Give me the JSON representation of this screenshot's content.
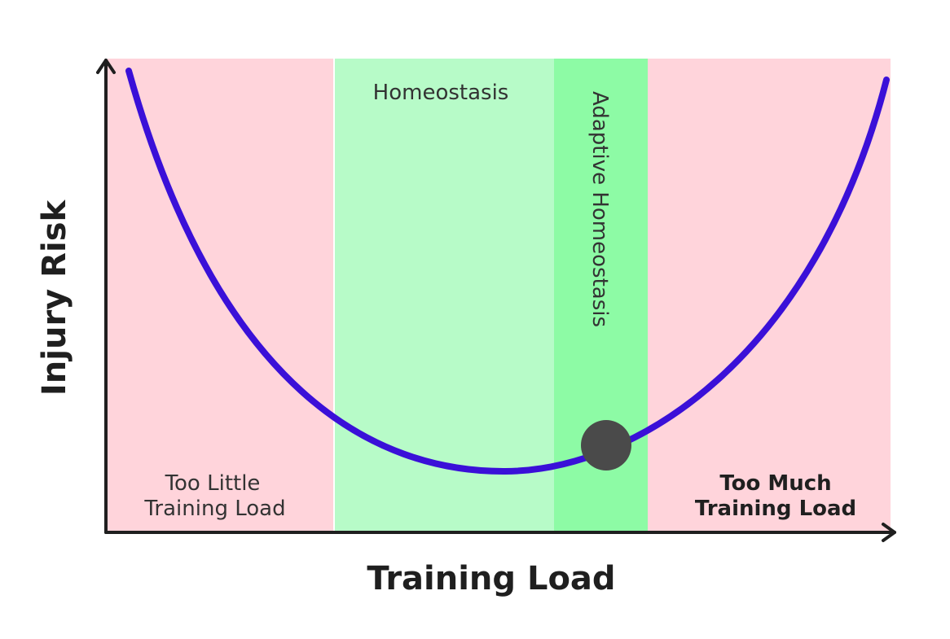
{
  "diagram": {
    "x_axis_label": "Training Load",
    "y_axis_label": "Injury Risk",
    "zones": {
      "too_little": {
        "line1": "Too Little",
        "line2": "Training Load",
        "color": "#ffd4db"
      },
      "homeostasis": {
        "label": "Homeostasis",
        "color": "#b7fbc8"
      },
      "adaptive": {
        "label": "Adaptive Homeostasis",
        "color": "#8dfba5"
      },
      "too_much": {
        "line1": "Too Much",
        "line2": "Training Load",
        "color": "#ffd4db"
      }
    },
    "curve_color": "#3a10d8",
    "marker_color": "#4a4a4a",
    "axis_color": "#1f1f1f"
  }
}
